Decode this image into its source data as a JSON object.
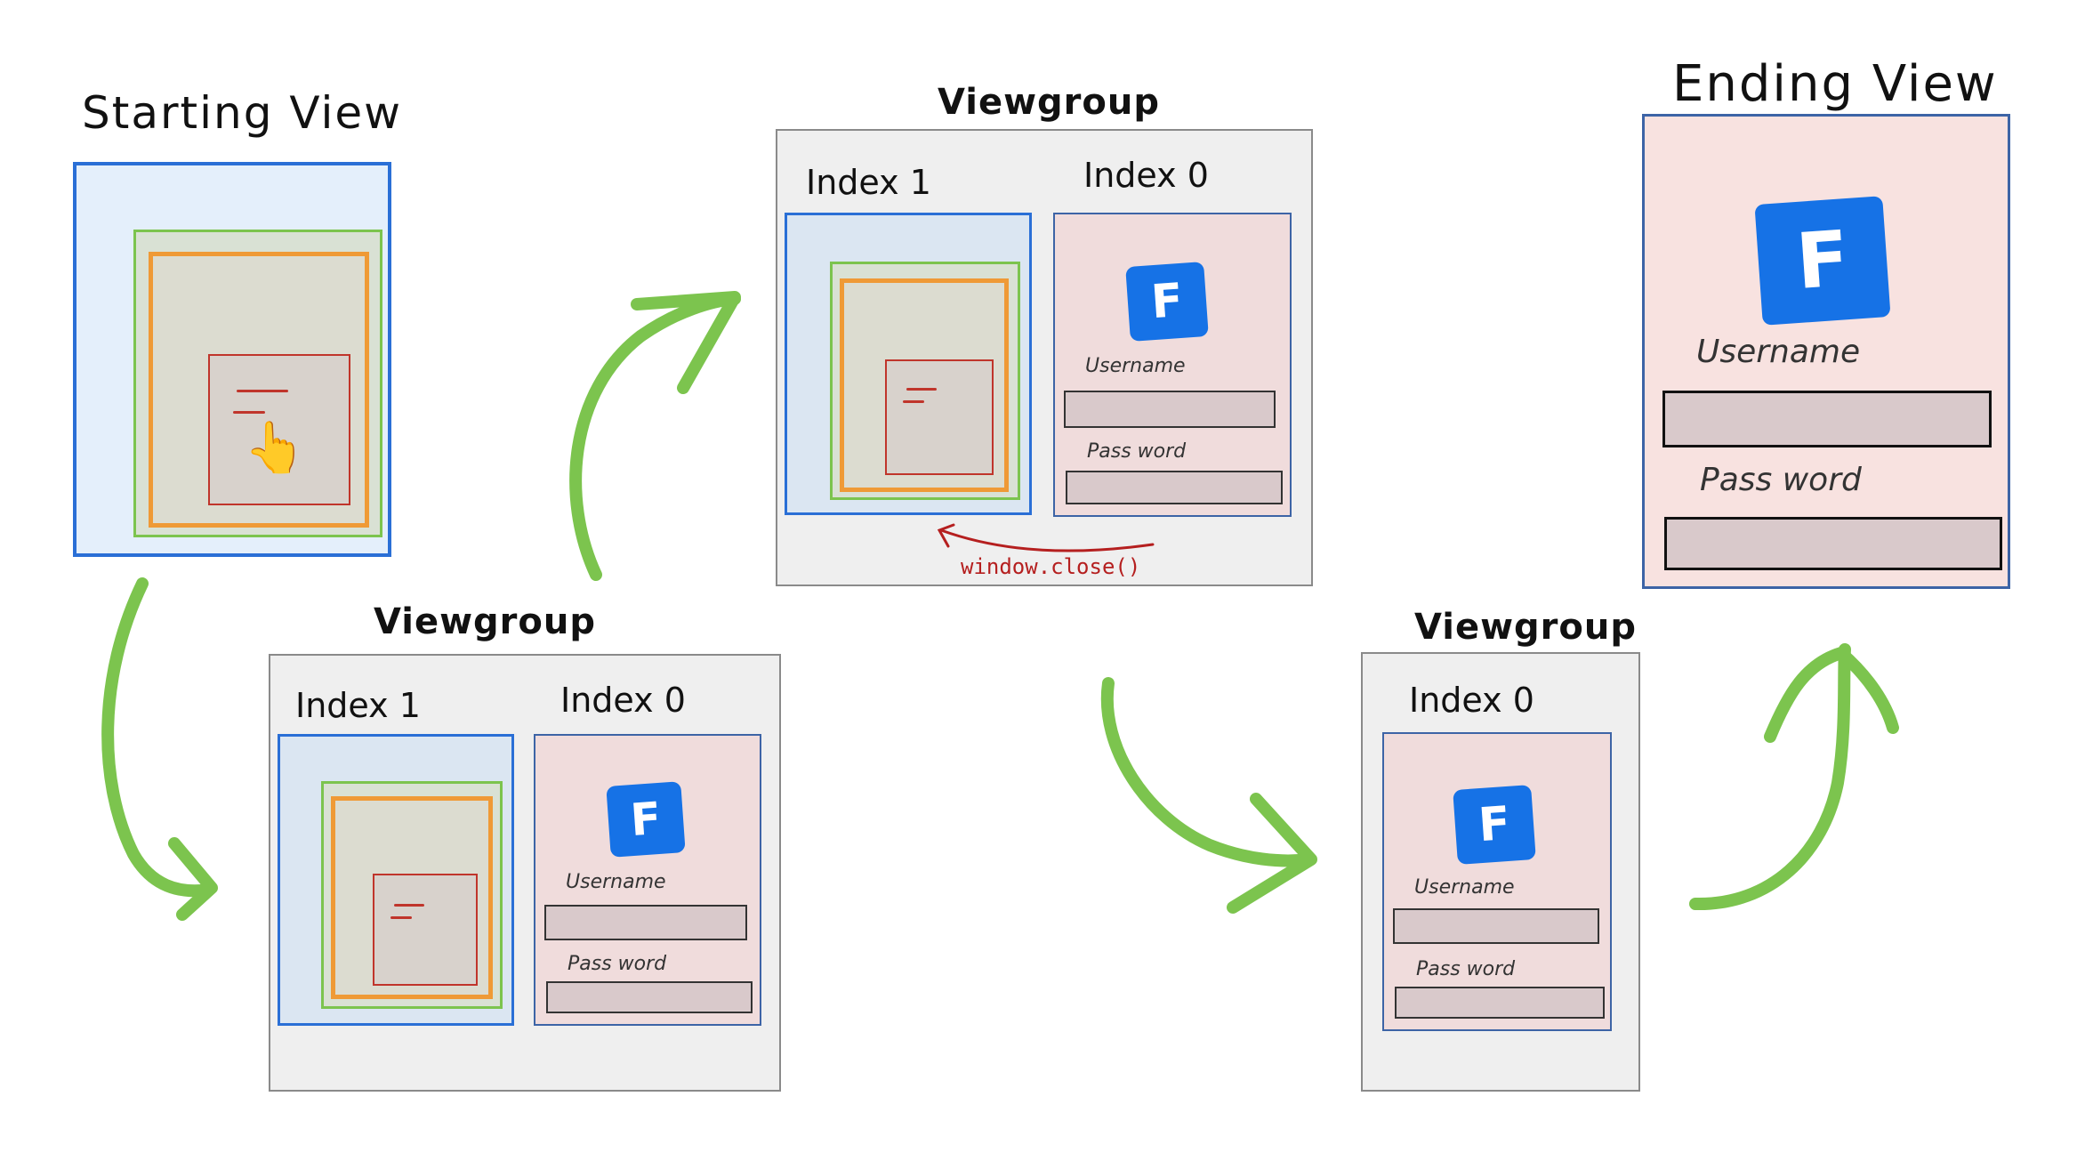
{
  "titles": {
    "starting": "Starting View",
    "ending": "Ending View"
  },
  "groups": {
    "g1": {
      "title": "Viewgroup",
      "index1": "Index 1",
      "index0": "Index 0"
    },
    "g2": {
      "title": "Viewgroup",
      "index1": "Index 1",
      "index0": "Index 0"
    },
    "g3": {
      "title": "Viewgroup",
      "index0": "Index 0"
    }
  },
  "login": {
    "logo_letter": "F",
    "username_label": "Username",
    "password_label": "Pass word"
  },
  "annotation": "window.close()",
  "icons": [
    "pointing-hand-icon",
    "f-logo-icon"
  ],
  "colors": {
    "arrow": "#7cc44e",
    "blue_border": "#2a6fd6",
    "orange_border": "#ef9a36",
    "red_border": "#c0352b",
    "logo": "#1672e6"
  }
}
